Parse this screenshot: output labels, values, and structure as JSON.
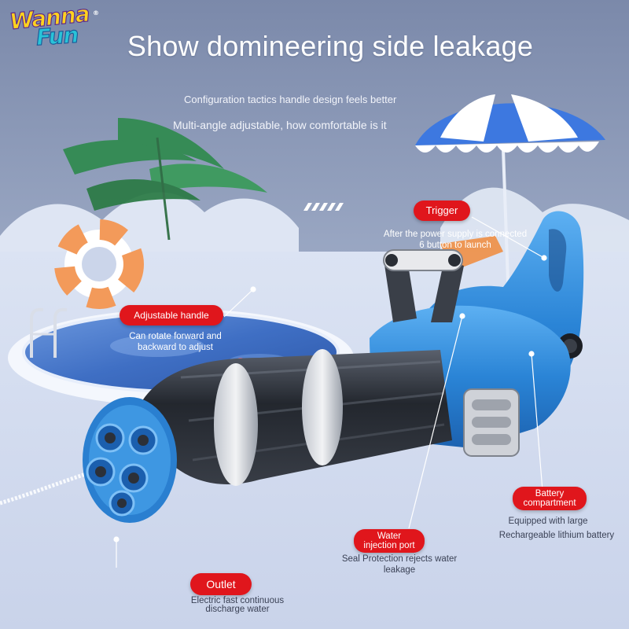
{
  "brand": {
    "logo_line1": "Wanna",
    "logo_line2": "Fun",
    "registered_mark": "®"
  },
  "headline": "Show domineering side leakage",
  "subheadings": [
    "Configuration tactics handle design feels better",
    "Multi-angle adjustable, how comfortable is it"
  ],
  "callouts": [
    {
      "id": "trigger",
      "label": "Trigger",
      "description": [
        "After the power supply is connected",
        "6 button to launch"
      ]
    },
    {
      "id": "adjustable-handle",
      "label": "Adjustable handle",
      "description": [
        "Can rotate forward and",
        "backward to adjust"
      ]
    },
    {
      "id": "battery",
      "label": [
        "Battery",
        "compartment"
      ],
      "description": [
        "Equipped with large",
        "Rechargeable lithium battery"
      ]
    },
    {
      "id": "water-port",
      "label": [
        "Water",
        "injection port"
      ],
      "description": [
        "Seal Protection rejects water",
        "leakage"
      ]
    },
    {
      "id": "outlet",
      "label": "Outlet",
      "description": [
        "Electric fast continuous",
        "discharge water"
      ]
    }
  ],
  "colors": {
    "sky_top": "#7e8dae",
    "sky_bottom": "#c6d0e6",
    "floor": "#dfe7f6",
    "pool_water": "#4f7fcf",
    "gun_blue": "#2f88d8",
    "barrel_dark": "#2c3038",
    "badge_red": "#e0161c"
  },
  "icons": [
    "swim-ring-icon",
    "beach-umbrella-icon",
    "palm-leaf-icon",
    "stripes-icon"
  ]
}
